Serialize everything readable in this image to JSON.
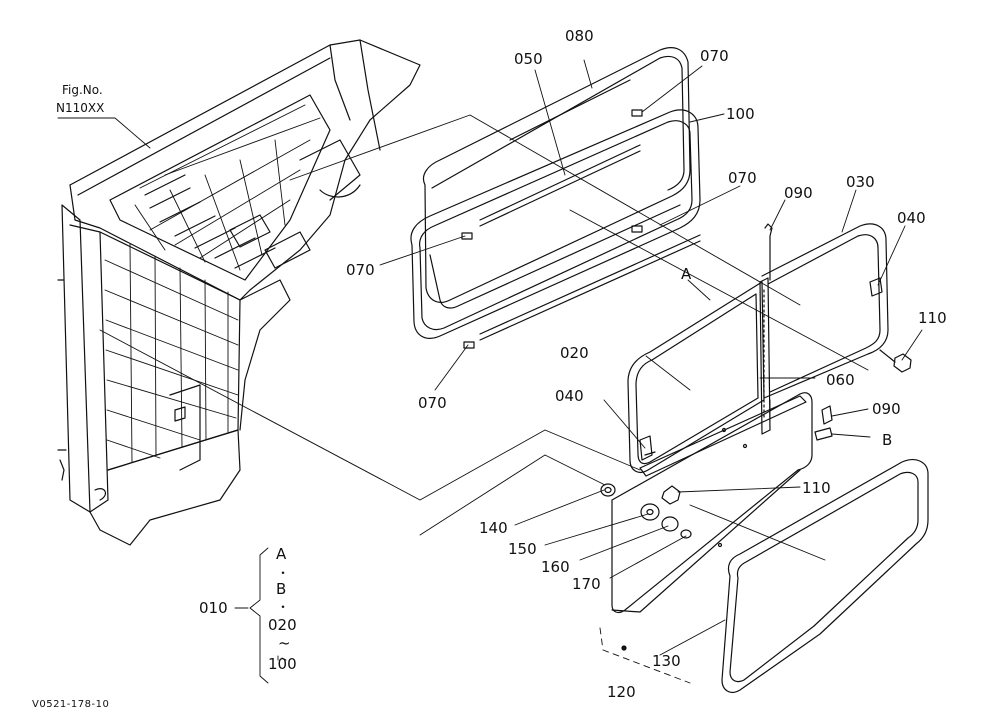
{
  "figure_ref": {
    "line1": "Fig.No.",
    "line2": "N110XX"
  },
  "callouts": {
    "p080": "080",
    "p050": "050",
    "p070_top": "070",
    "p100": "100",
    "p070_mid": "070",
    "p090_top": "090",
    "p030": "030",
    "p040_right": "040",
    "p070_left": "070",
    "pA": "A",
    "p110_right": "110",
    "p020": "020",
    "p060": "060",
    "p040_left": "040",
    "p090_mid": "090",
    "pB": "B",
    "p070_bot": "070",
    "p110_mid": "110",
    "p140": "140",
    "p150": "150",
    "p160": "160",
    "p170": "170",
    "p130": "130",
    "p120": "120"
  },
  "assembly": {
    "number": "010",
    "items": [
      "A",
      "・",
      "B",
      "・",
      "020",
      "~",
      "100"
    ]
  },
  "drawing_code": "V0521-178-10",
  "colors": {
    "ink": "#111111",
    "paper": "#ffffff"
  }
}
